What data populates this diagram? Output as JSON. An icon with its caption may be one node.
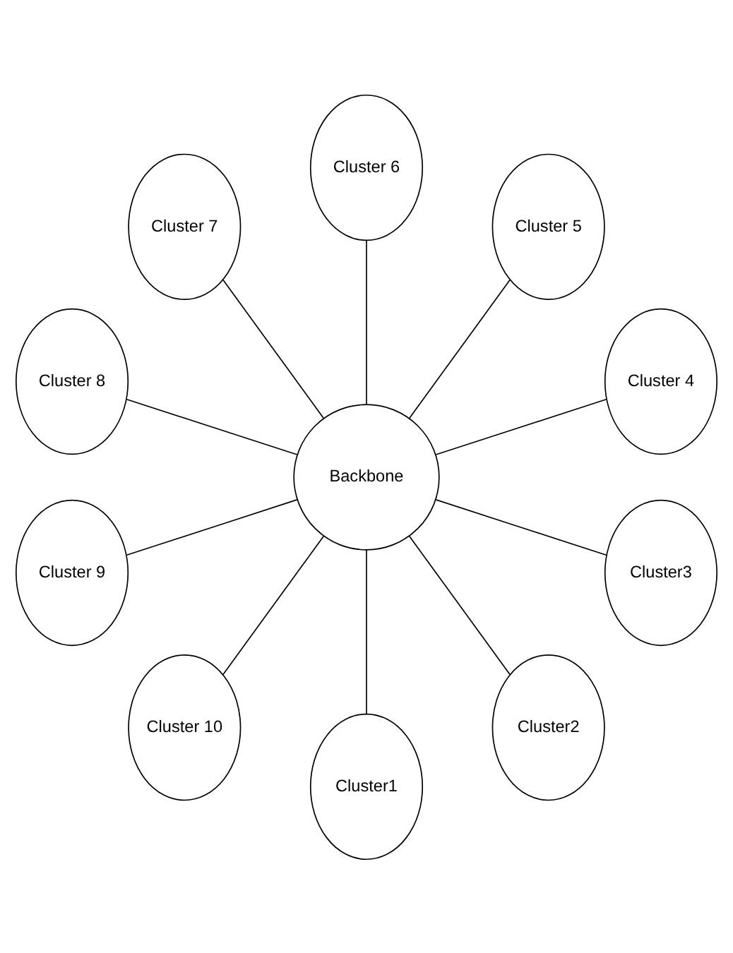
{
  "diagram": {
    "nodes": [
      {
        "text": [
          "Backbone"
        ]
      },
      {
        "text": [
          "Cluster1"
        ]
      },
      {
        "text": [
          "Cluster2"
        ]
      },
      {
        "text": [
          "Cluster3"
        ]
      },
      {
        "text": [
          "Cluster 4"
        ]
      },
      {
        "text": [
          "Cluster 5"
        ]
      },
      {
        "text": [
          "Cluster 6"
        ]
      },
      {
        "text": [
          "Cluster 7"
        ]
      },
      {
        "text": [
          "Cluster 8"
        ]
      },
      {
        "text": [
          "Cluster 9"
        ]
      },
      {
        "text": [
          "Cluster 10"
        ]
      }
    ],
    "edges": [
      {
        "from": 0,
        "to": 1,
        "arrow": "none"
      },
      {
        "from": 0,
        "to": 2,
        "arrow": "none"
      },
      {
        "from": 0,
        "to": 3,
        "arrow": "none"
      },
      {
        "from": 0,
        "to": 4,
        "arrow": "none"
      },
      {
        "from": 0,
        "to": 5,
        "arrow": "none"
      },
      {
        "from": 0,
        "to": 6,
        "arrow": "none"
      },
      {
        "from": 0,
        "to": 7,
        "arrow": "none"
      },
      {
        "from": 0,
        "to": 8,
        "arrow": "none"
      },
      {
        "from": 0,
        "to": 9,
        "arrow": "none"
      },
      {
        "from": 0,
        "to": 10,
        "arrow": "none"
      }
    ]
  }
}
